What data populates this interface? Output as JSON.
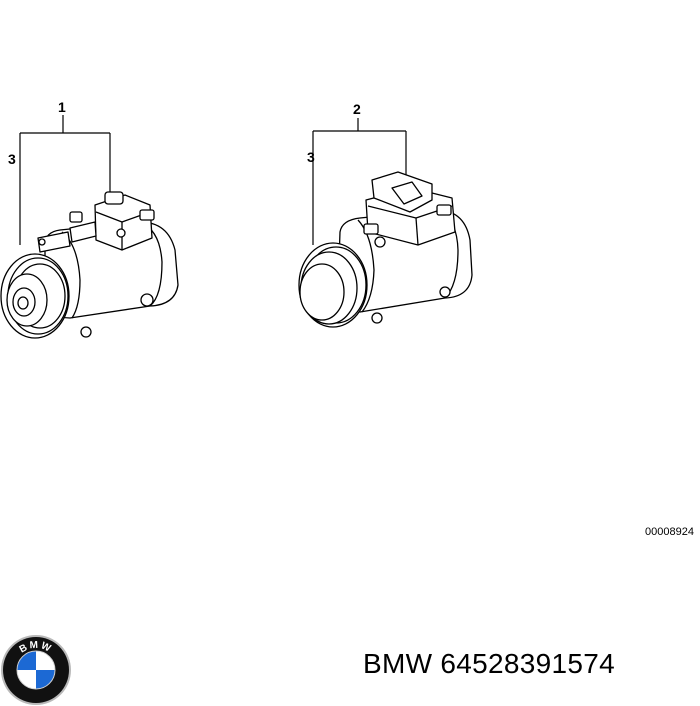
{
  "diagram": {
    "callouts": {
      "left_top": "1",
      "left_side": "3",
      "right_top": "2",
      "right_side": "3"
    },
    "diagram_id": "00008924"
  },
  "caption": {
    "brand": "BMW",
    "part_number": "64528391574"
  },
  "logo": {
    "letters": "BMW",
    "colors": {
      "blue": "#1c69d4",
      "white": "#ffffff",
      "ring": "#111111",
      "chrome": "#b9b9b9"
    }
  }
}
